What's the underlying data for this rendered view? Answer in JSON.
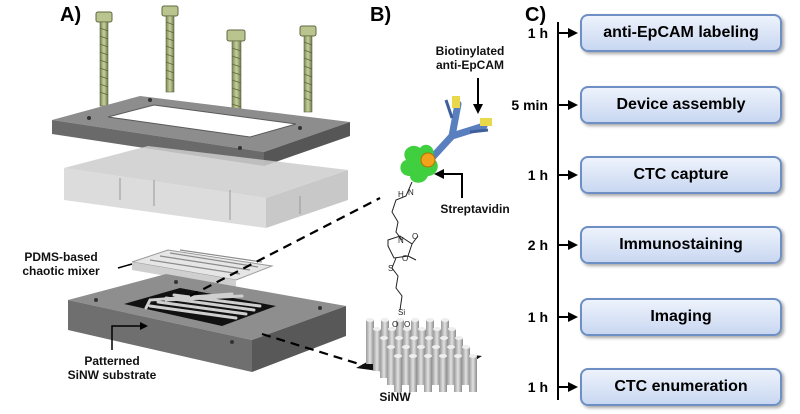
{
  "panels": {
    "a": "A)",
    "b": "B)",
    "c": "C)"
  },
  "panel_a": {
    "mixer_label_line1": "PDMS-based",
    "mixer_label_line2": "chaotic mixer",
    "substrate_label_line1": "Patterned",
    "substrate_label_line2": "SiNW substrate"
  },
  "panel_b": {
    "antibody_label_line1": "Biotinylated",
    "antibody_label_line2": "anti-EpCAM",
    "streptavidin_label": "Streptavidin",
    "sinw_label": "SiNW",
    "chem_atoms": [
      "H",
      "N",
      "O",
      "N",
      "O",
      "S",
      "Si",
      "O",
      "O"
    ]
  },
  "steps": [
    {
      "time": "1 h",
      "label": "anti-EpCAM labeling"
    },
    {
      "time": "5 min",
      "label": "Device assembly"
    },
    {
      "time": "1 h",
      "label": "CTC capture"
    },
    {
      "time": "2 h",
      "label": "Immunostaining"
    },
    {
      "time": "1 h",
      "label": "Imaging"
    },
    {
      "time": "1 h",
      "label": "CTC enumeration"
    }
  ],
  "colors": {
    "screw": "#a6b27c",
    "plate_dark": "#7b7b7b",
    "plate_light": "#d3d3d3",
    "box_border": "#6e8fc4",
    "streptavidin": "#3fcf3f"
  }
}
